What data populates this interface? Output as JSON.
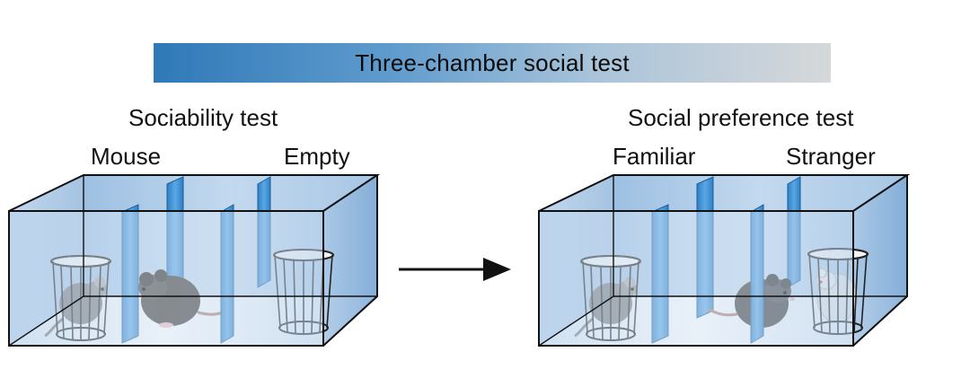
{
  "banner": {
    "title": "Three-chamber social test"
  },
  "left_panel": {
    "title": "Sociability test",
    "left_label": "Mouse",
    "right_label": "Empty"
  },
  "right_panel": {
    "title": "Social preference test",
    "left_label": "Familiar",
    "right_label": "Stranger"
  },
  "colors": {
    "chamber_fill": "#c7dbef",
    "chamber_edge": "#1a1a1a",
    "divider": "#3b8fd3",
    "mouse_dark": "#3b3b3b",
    "mouse_gray": "#8a8a8a",
    "mouse_white": "#e8e8e8"
  },
  "icons": [
    "arrow-right-icon",
    "cage-icon",
    "mouse-icon"
  ]
}
